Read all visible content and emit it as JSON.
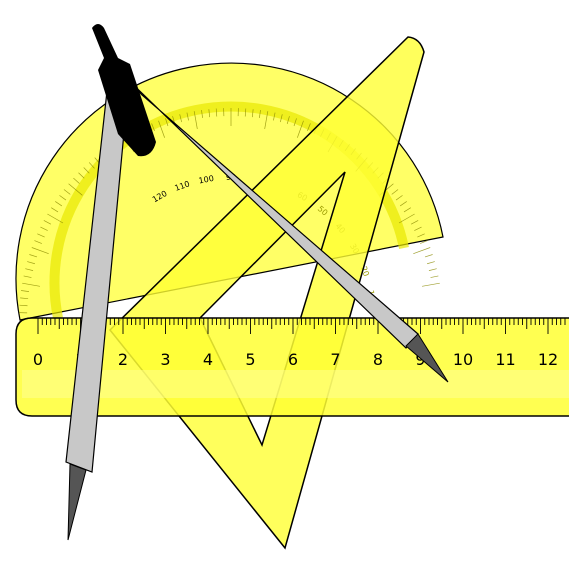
{
  "colors": {
    "yellow": "#ffff33",
    "yellow_light": "#ffff88",
    "outline": "#000000",
    "steel": "#c8c8c8",
    "steel_dark": "#666666",
    "handle": "#000000"
  },
  "ruler": {
    "numbers": [
      "0",
      "1",
      "2",
      "3",
      "4",
      "5",
      "6",
      "7",
      "8",
      "9",
      "10",
      "11",
      "12"
    ]
  },
  "protractor": {
    "labels": [
      "120",
      "110",
      "100",
      "90",
      "60",
      "50",
      "40",
      "30",
      "20",
      "10"
    ]
  },
  "icons": {
    "ruler": "ruler-icon",
    "protractor": "protractor-icon",
    "set_square": "set-square-icon",
    "compass": "compass-icon"
  }
}
